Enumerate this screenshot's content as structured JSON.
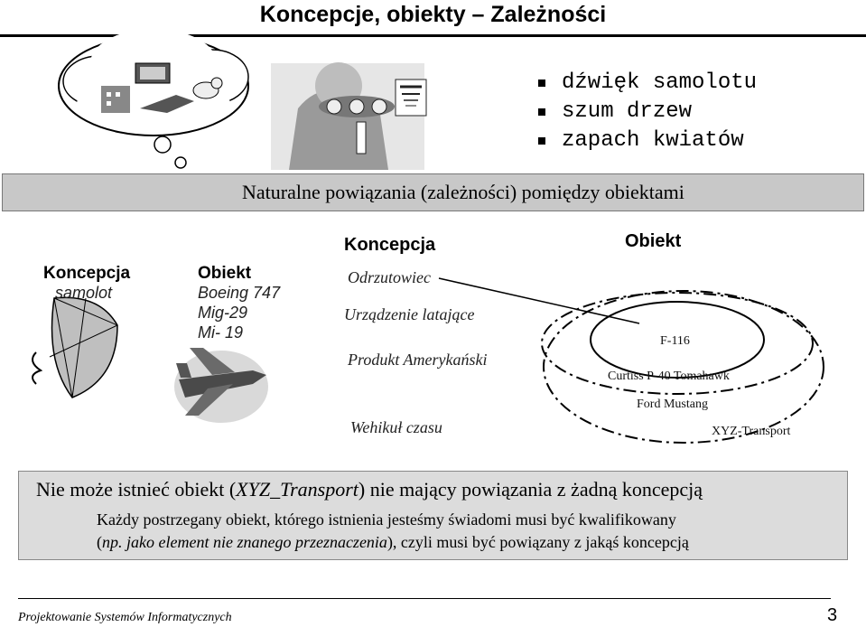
{
  "title": "Koncepcje, obiekty – Zależności",
  "bullets": [
    "dźwięk samolotu",
    "szum drzew",
    "zapach kwiatów"
  ],
  "banner": "Naturalne powiązania (zależności) pomiędzy obiektami",
  "left": {
    "concept_header": "Koncepcja",
    "concept_value": "samolot",
    "object_header": "Obiekt",
    "objects": [
      "Boeing 747",
      "Mig-29",
      "Mi- 19"
    ]
  },
  "concepts": {
    "header": "Koncepcja",
    "items": [
      "Odrzutowiec",
      "Urządzenie latające",
      "Produkt Amerykański",
      "Wehikuł czasu"
    ]
  },
  "objects_panel": {
    "header": "Obiekt",
    "items": [
      "F-116",
      "Curtiss P-40 Tomahawk",
      "Ford Mustang",
      "XYZ-Transport"
    ]
  },
  "box": {
    "line1_a": "Nie może istnieć obiekt (",
    "line1_b": "XYZ_Transport",
    "line1_c": ") nie mający powiązania z żadną koncepcją",
    "line2": "Każdy postrzegany obiekt, którego istnienia jesteśmy świadomi musi być kwalifikowany",
    "line3_a": "(",
    "line3_b": "np. jako element nie znanego przeznaczenia",
    "line3_c": "), czyli musi być powiązany z jakąś koncepcją"
  },
  "footer": "Projektowanie Systemów Informatycznych",
  "page_number": "3"
}
